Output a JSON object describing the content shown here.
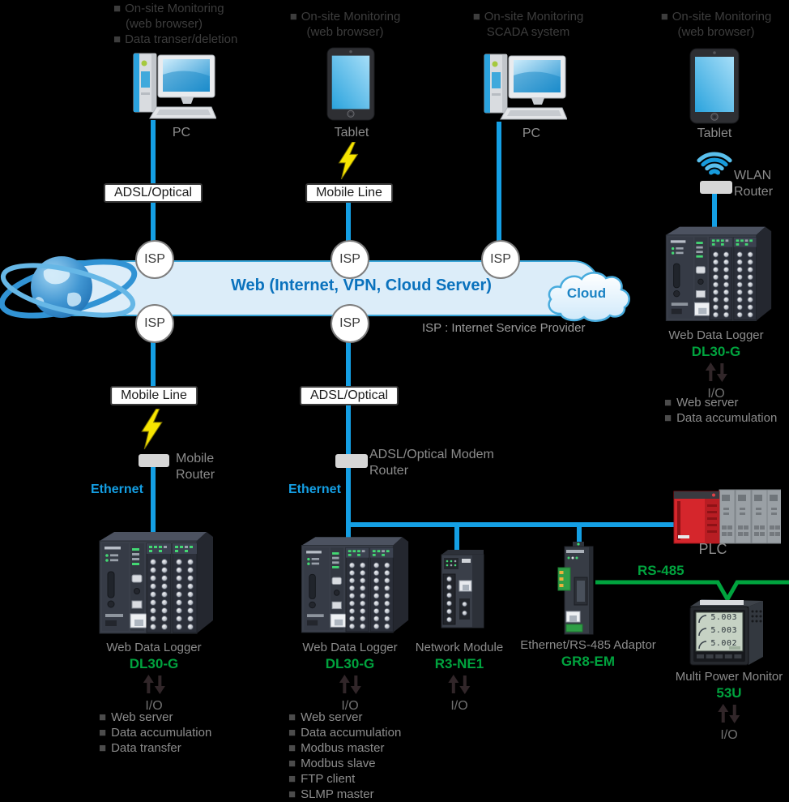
{
  "glyphs": {
    "bullet": "■"
  },
  "top": {
    "col1": {
      "line1": "On-site Monitoring",
      "line2": "(web browser)",
      "line3": "Data transer/deletion",
      "device": "PC"
    },
    "col2": {
      "line1": "On-site Monitoring",
      "line2": "(web browser)",
      "device": "Tablet"
    },
    "col3": {
      "line1": "On-site Monitoring",
      "line2": "SCADA system",
      "device": "PC"
    },
    "col4": {
      "line1": "On-site Monitoring",
      "line2": "(web browser)",
      "device": "Tablet"
    }
  },
  "connections": {
    "adsl_top": "ADSL/Optical",
    "mobile_top": "Mobile Line",
    "mobile_bottom": "Mobile Line",
    "adsl_bottom": "ADSL/Optical",
    "isp": "ISP",
    "ethernet": "Ethernet",
    "rs485": "RS-485"
  },
  "band": {
    "title": "Web (Internet, VPN, Cloud Server)",
    "cloud": "Cloud",
    "isp_note": "ISP : Internet Service Provider"
  },
  "routers": {
    "mobile_line1": "Mobile",
    "mobile_line2": "Router",
    "modem_line1": "ADSL/Optical Modem",
    "modem_line2": "Router",
    "wlan_line1": "WLAN",
    "wlan_line2": "Router"
  },
  "nodes": {
    "wdl_left": {
      "name": "Web Data Logger",
      "model": "DL30-G",
      "io": "I/O",
      "features": [
        "Web server",
        "Data accumulation",
        "Data transfer"
      ]
    },
    "wdl_center": {
      "name": "Web Data Logger",
      "model": "DL30-G",
      "io": "I/O",
      "features": [
        "Web server",
        "Data accumulation",
        "Modbus master",
        "Modbus slave",
        "FTP client",
        "SLMP master"
      ]
    },
    "wdl_right": {
      "name": "Web Data Logger",
      "model": "DL30-G",
      "io": "I/O",
      "features": [
        "Web server",
        "Data accumulation"
      ]
    },
    "network_module": {
      "name": "Network Module",
      "model": "R3-NE1",
      "io": "I/O"
    },
    "adaptor": {
      "name": "Ethernet/RS-485 Adaptor",
      "model": "GR8-EM"
    },
    "plc": {
      "name": "PLC"
    },
    "power_monitor": {
      "name": "Multi Power Monitor",
      "model": "53U",
      "io": "I/O",
      "display": [
        "5.003",
        "5.003",
        "5.002"
      ]
    }
  },
  "colors": {
    "blue": "#149fe4",
    "green": "#00a33e",
    "band_fill": "#dcedf9",
    "band_border": "#39a5d8",
    "title_blue": "#0a72bd"
  }
}
